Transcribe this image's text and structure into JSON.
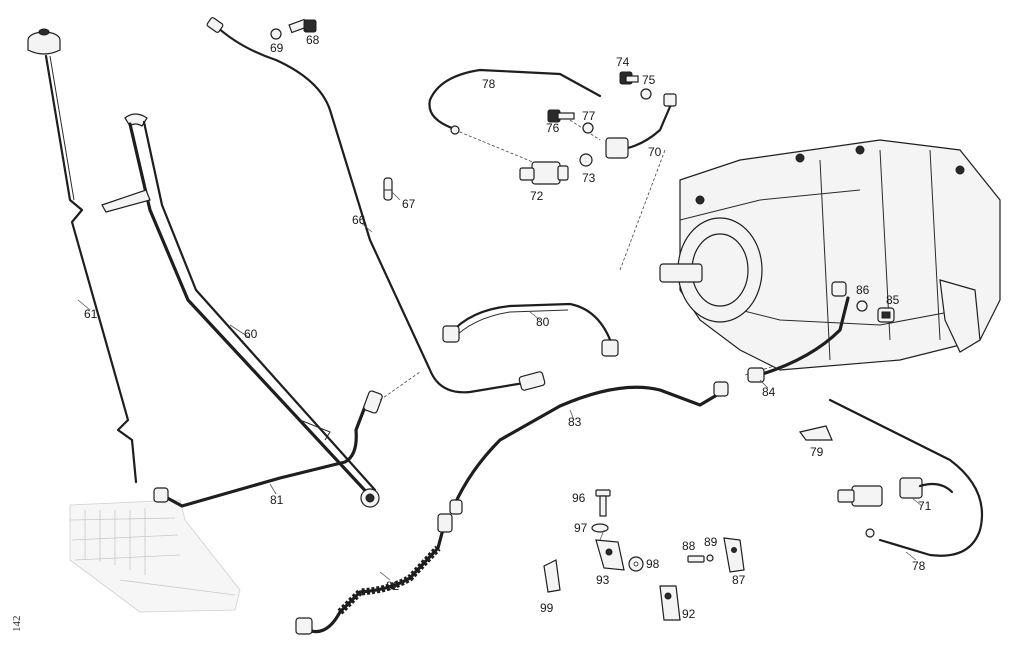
{
  "figure": {
    "side_label": "142",
    "callouts": [
      "60",
      "61",
      "66",
      "67",
      "68",
      "69",
      "70",
      "71",
      "72",
      "73",
      "74",
      "75",
      "76",
      "77",
      "78",
      "78",
      "79",
      "80",
      "81",
      "82",
      "83",
      "84",
      "85",
      "86",
      "87",
      "88",
      "89",
      "92",
      "93",
      "96",
      "97",
      "98",
      "99"
    ]
  }
}
